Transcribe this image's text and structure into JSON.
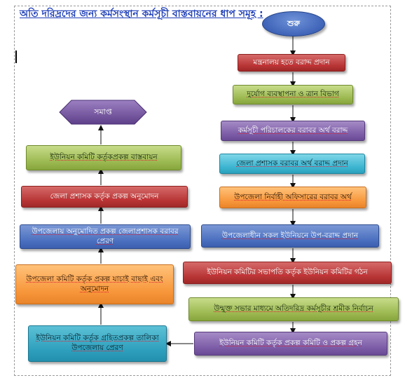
{
  "title": "অতি দরিদ্রদের জন্য কর্মসংস্থান কর্মসূচী বাস্তবায়নের ধাপ সমূহ :",
  "start_label": "শুরু",
  "end_label": "সমাপ্ত",
  "right_steps": [
    "মন্ত্রনালয় হতে বরাদ্দ প্রদান",
    "দুর্যোগ ব্যবস্থাপনা ও ত্রান বিভাগ",
    "কর্মসূচী পরিচালকের বরাবর অর্থ বরাদ্দ",
    "জেলা প্রশাসক বরাবর অর্থ বরাদ্দ প্রদান",
    "উপজেলা নির্বাহী অফিসারের বরাবর অর্থ",
    "উপজেলাধীন সকল ইউনিয়নে উপ-বরাদ্দ প্রদান",
    "ইউনিয়ন কমিটির সভাপতি কর্তৃক ইউনিয়ন কমিটির গঠন",
    "উন্মুক্ত সভার মাধ্যমে অতিদরিদ্র কর্মসূচীর শ্রমীক নির্বাচন",
    "ইউনিয়ন কমিটি কর্তৃক প্রকল্প কমিটি ও প্রকল্প গ্রহন"
  ],
  "left_steps": [
    "ইউনিয়ন কমিটি কর্তৃক গ্রহিতপ্রকল্প তালিকা উপজেলায় প্রেরণ",
    "উপজেলা কমিটি কর্তৃক প্রকল্প যাচাই বাছাই এবং অনুমোদন",
    "উপজেলায় অনুমোদিত প্রকল্প জেলাপ্রশাসক বরাবর প্রেরণ",
    "জেলা প্রশাসক কর্তৃক প্রকল্প অনুমোদন",
    "ইউনিয়ন কমিটি কর্তৃকপ্রকল্প বাস্তবায়ন"
  ],
  "colors": {
    "title": "#1f3fb8",
    "red": "#b73434",
    "green": "#9ab84f",
    "purple": "#7b5ba6",
    "sky": "#3bb4d0",
    "orange": "#f7963a",
    "blue": "#4a6fbf",
    "teal": "#2d9fbd",
    "start": "#3f64b8",
    "end": "#6a4a95"
  }
}
